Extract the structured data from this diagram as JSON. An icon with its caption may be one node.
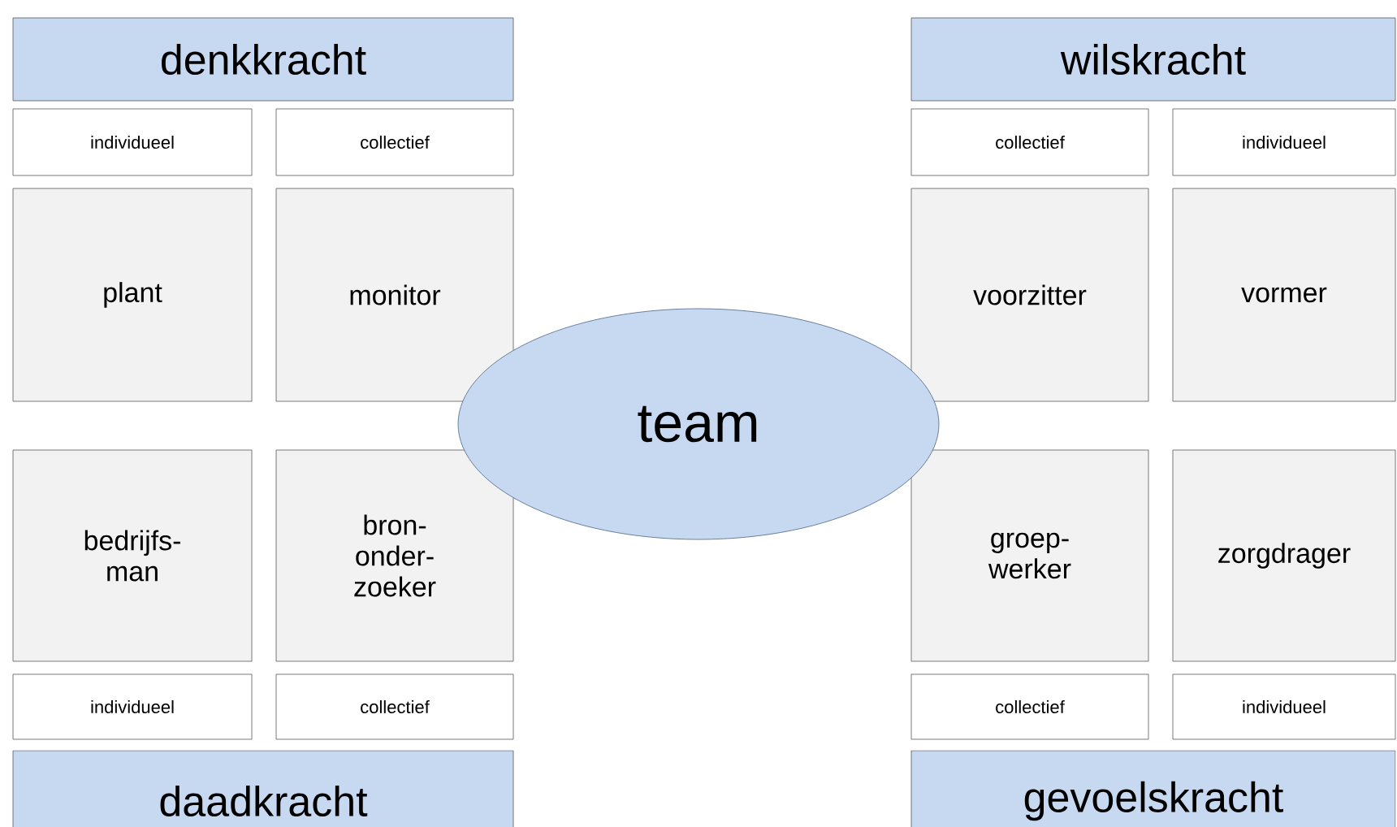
{
  "diagram": {
    "nodes": [
      {
        "text": [
          "denkkracht"
        ]
      },
      {
        "text": [
          "wilskracht"
        ]
      },
      {
        "text": [
          "individueel"
        ]
      },
      {
        "text": [
          "collectief"
        ]
      },
      {
        "text": [
          "collectief"
        ]
      },
      {
        "text": [
          "individueel"
        ]
      },
      {
        "text": [
          "plant"
        ]
      },
      {
        "text": [
          "monitor"
        ]
      },
      {
        "text": [
          "voorzitter"
        ]
      },
      {
        "text": [
          "vormer"
        ]
      },
      {
        "text": [
          "team"
        ]
      },
      {
        "text": [
          "bedrijfs- man"
        ]
      },
      {
        "text": [
          "bron- onder- zoeker"
        ]
      },
      {
        "text": [
          "groep- werker"
        ]
      },
      {
        "text": [
          "zorgdrager"
        ]
      },
      {
        "text": [
          "individueel"
        ]
      },
      {
        "text": [
          "collectief"
        ]
      },
      {
        "text": [
          "collectief"
        ]
      },
      {
        "text": [
          "individueel"
        ]
      },
      {
        "text": [
          "daadkracht"
        ]
      },
      {
        "text": [
          "gevoelskracht"
        ]
      }
    ]
  }
}
